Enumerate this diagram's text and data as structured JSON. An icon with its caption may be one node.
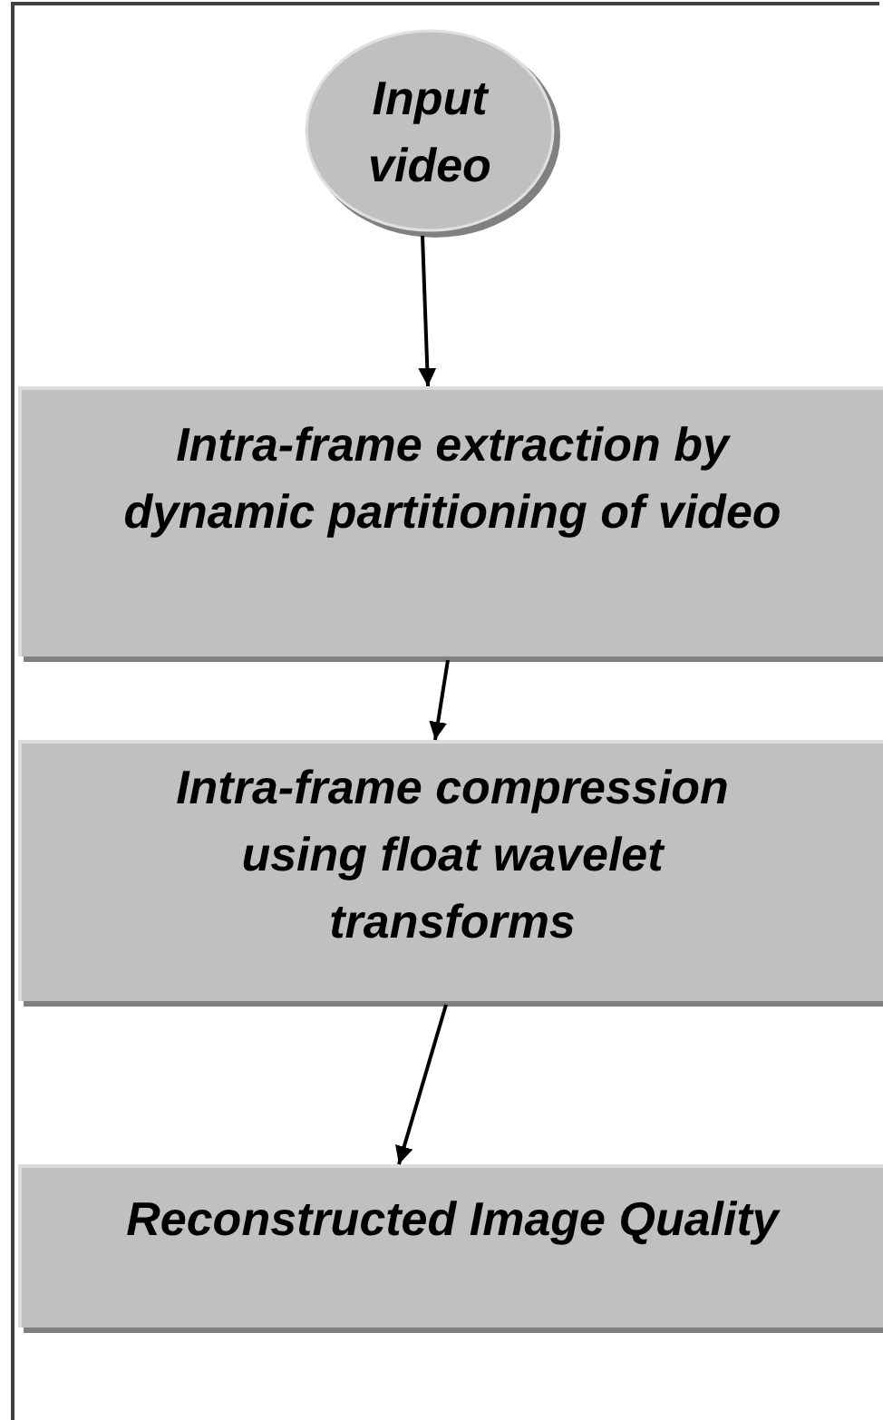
{
  "diagram": {
    "nodes": [
      {
        "text": [
          "Input video"
        ]
      },
      {
        "text": [
          "Intra-frame extraction by dynamic partitioning of video"
        ]
      },
      {
        "text": [
          "Intra-frame compression using float wavelet transforms"
        ]
      },
      {
        "text": [
          "Reconstructed Image Quality"
        ]
      }
    ],
    "edges": [
      {
        "from": 0,
        "to": 1,
        "arrow": "to"
      },
      {
        "from": 1,
        "to": 2,
        "arrow": "to"
      },
      {
        "from": 2,
        "to": 3,
        "arrow": "to"
      }
    ]
  }
}
